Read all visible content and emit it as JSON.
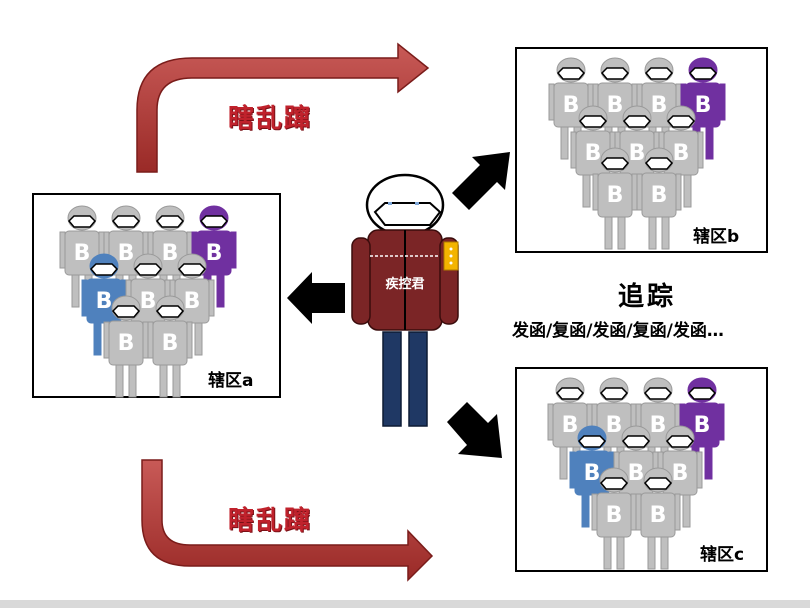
{
  "labels": {
    "disorder_top": "瞎乱蹿",
    "disorder_bottom": "瞎乱蹿",
    "tracking_title": "追踪",
    "tracking_sub": "发函/复函/发函/复函/发函…",
    "officer_badge": "疾控君",
    "district_a": "辖区a",
    "district_b": "辖区b",
    "district_c": "辖区c",
    "person_letter": "B"
  },
  "colors": {
    "red_arrow": "#c0504d",
    "red_text": "#c0222c",
    "gray_person": "#bfbfbf",
    "purple_person": "#7030a0",
    "blue_person": "#4f81bd",
    "officer_coat": "#7b2526",
    "officer_pants": "#1f3864"
  }
}
